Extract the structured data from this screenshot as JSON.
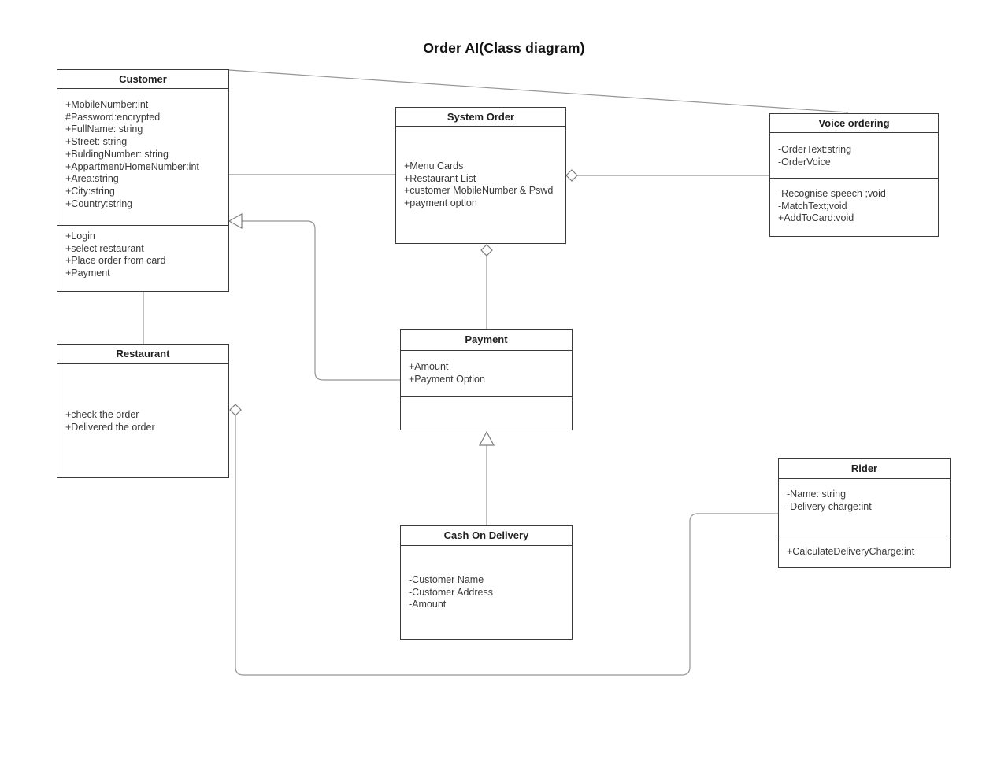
{
  "title": "Order AI(Class diagram)",
  "colors": {
    "background": "#ffffff",
    "box_border": "#3b3b3b",
    "connector": "#959595",
    "text": "#3a3a3a"
  },
  "classes": {
    "customer": {
      "name": "Customer",
      "attributes": [
        "+MobileNumber:int",
        "#Password:encrypted",
        "+FullName: string",
        "+Street: string",
        "+BuldingNumber: string",
        "+Appartment/HomeNumber:int",
        "+Area:string",
        "+City:string",
        "+Country:string"
      ],
      "methods": [
        "+Login",
        "+select restaurant",
        "+Place order from card",
        "+Payment"
      ]
    },
    "system_order": {
      "name": "System Order",
      "members": [
        "+Menu Cards",
        "+Restaurant List",
        "+customer MobileNumber & Pswd",
        "+payment option"
      ]
    },
    "voice_ordering": {
      "name": "Voice ordering",
      "attributes": [
        "-OrderText:string",
        "-OrderVoice"
      ],
      "methods": [
        "-Recognise speech ;void",
        "-MatchText;void",
        "+AddToCard:void"
      ]
    },
    "restaurant": {
      "name": "Restaurant",
      "methods": [
        "+check the order",
        "+Delivered the order"
      ]
    },
    "payment": {
      "name": "Payment",
      "attributes": [
        "+Amount",
        "+Payment Option"
      ]
    },
    "cash_on_delivery": {
      "name": "Cash On Delivery",
      "attributes": [
        "-Customer Name",
        "-Customer Address",
        "-Amount"
      ]
    },
    "rider": {
      "name": "Rider",
      "attributes": [
        "-Name: string",
        "-Delivery charge:int"
      ],
      "methods": [
        "+CalculateDeliveryCharge:int"
      ]
    }
  },
  "relationships": [
    {
      "from": "Customer",
      "to": "Voice ordering",
      "type": "association"
    },
    {
      "from": "Customer",
      "to": "System Order",
      "type": "association"
    },
    {
      "from": "System Order",
      "to": "Voice ordering",
      "type": "aggregation"
    },
    {
      "from": "System Order",
      "to": "Payment",
      "type": "aggregation"
    },
    {
      "from": "Payment",
      "to": "Cash On Delivery",
      "type": "generalization"
    },
    {
      "from": "Customer",
      "to": "Payment",
      "type": "generalization"
    },
    {
      "from": "Customer",
      "to": "Restaurant",
      "type": "association"
    },
    {
      "from": "Restaurant",
      "to": "Rider",
      "type": "aggregation"
    }
  ]
}
